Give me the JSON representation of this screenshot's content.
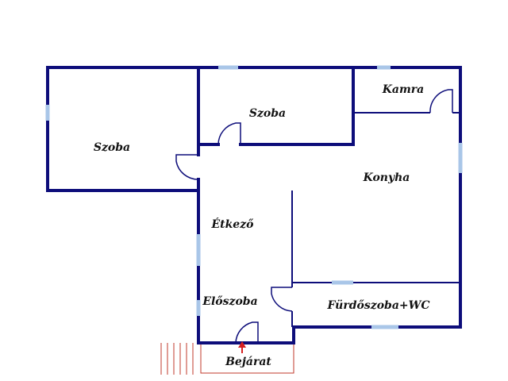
{
  "rooms": {
    "szoba_left": "Szoba",
    "szoba_mid": "Szoba",
    "kamra": "Kamra",
    "konyha": "Konyha",
    "etkezo": "Étkező",
    "eloszoba": "Előszoba",
    "furdoszoba": "Fürdőszoba+WC",
    "bejarat": "Bejárat"
  },
  "colors": {
    "wall": "#0d0d7a",
    "window": "#a9c6e8",
    "entrance": "#c0392b"
  }
}
